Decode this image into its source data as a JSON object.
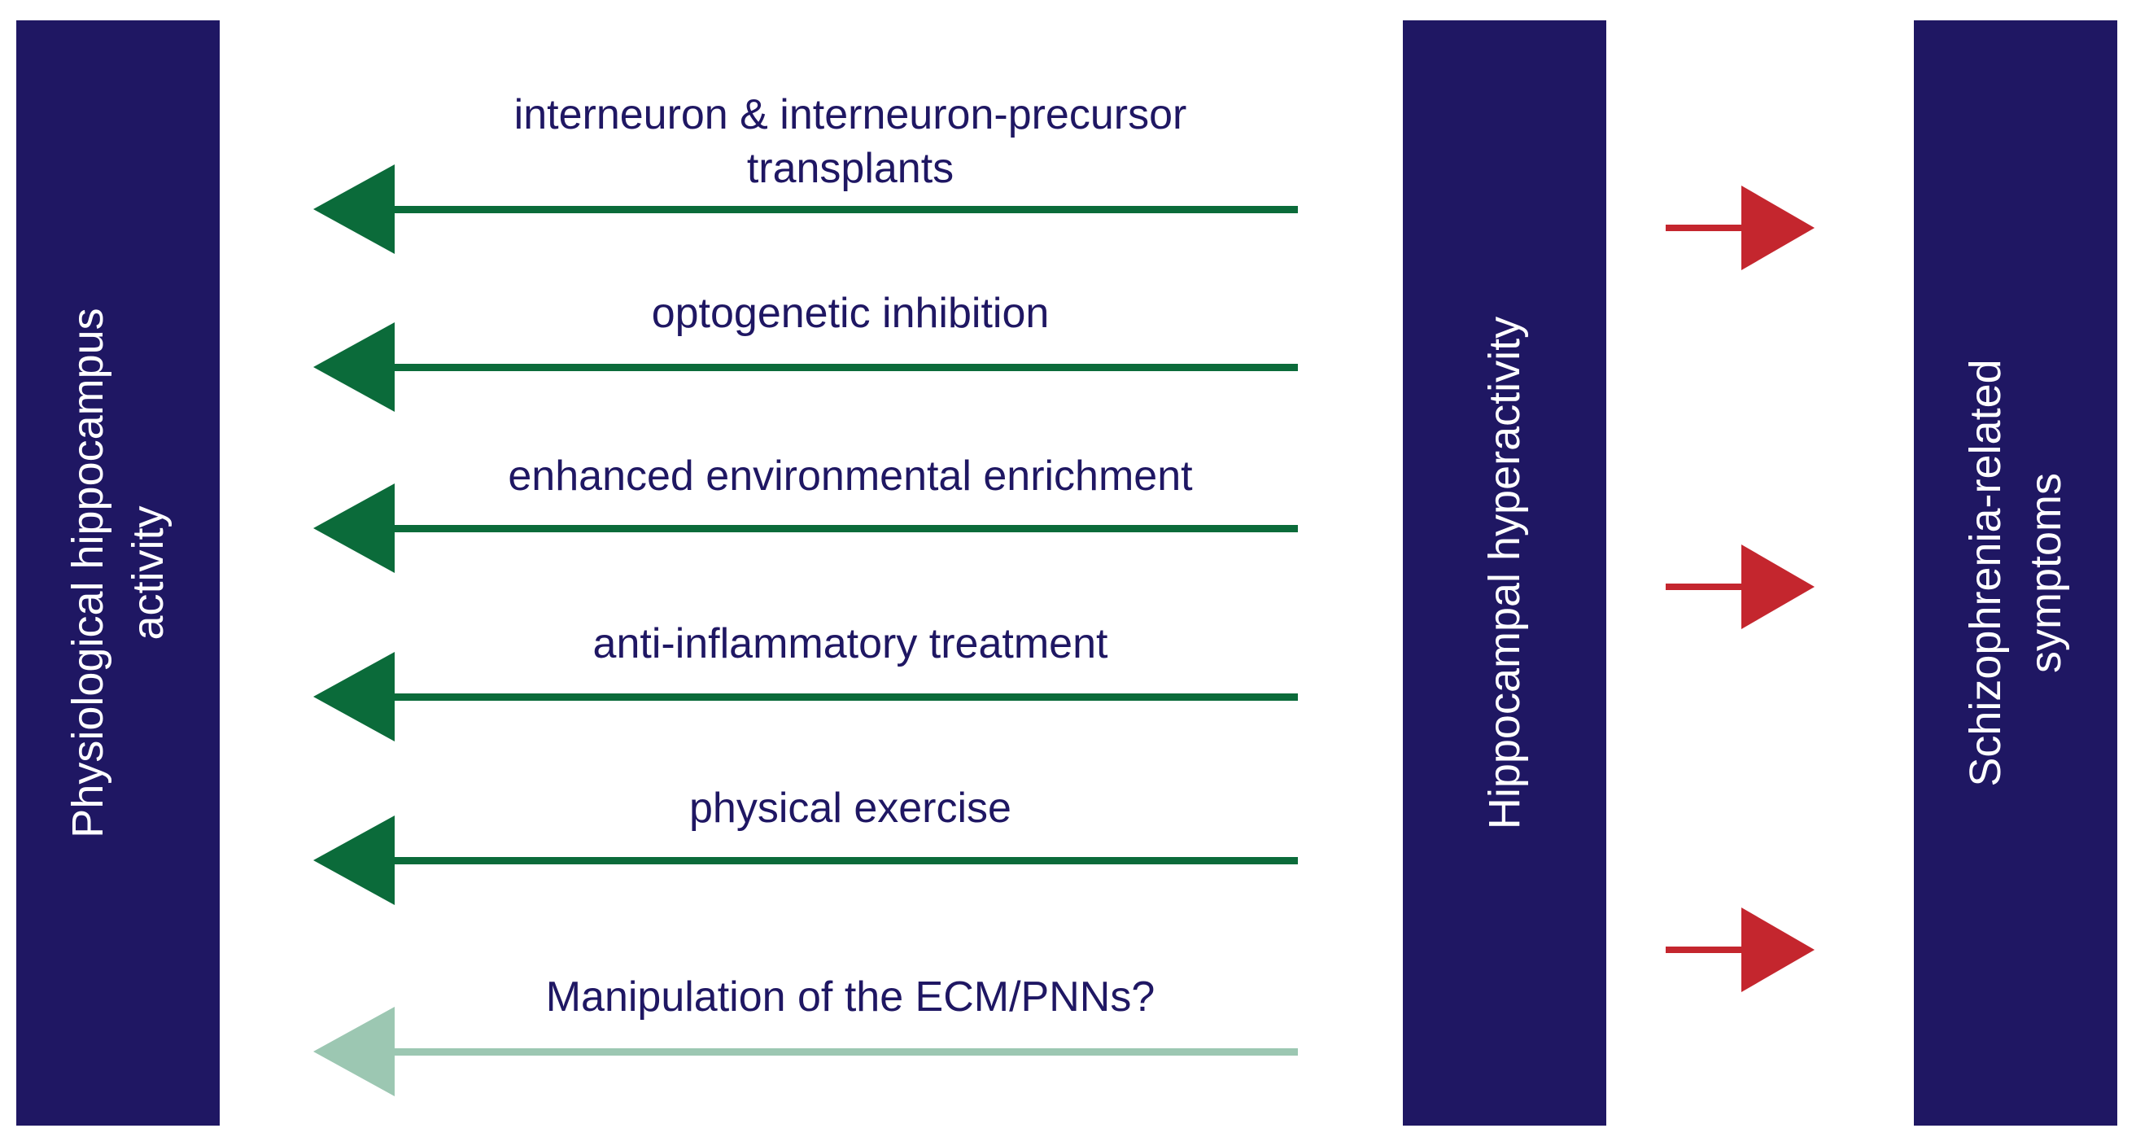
{
  "colors": {
    "box_fill": "#1f1763",
    "box_text": "#ffffff",
    "label_text": "#1f1763",
    "arrow_green": "#0b6b3a",
    "arrow_green_light": "#9cc7b2",
    "arrow_red": "#c4262e",
    "background": "#ffffff"
  },
  "boxes": {
    "left": {
      "line1": "Physiological hippocampus",
      "line2": "activity"
    },
    "middle": {
      "line1": "Hippocampal hyperactivity"
    },
    "right": {
      "line1": "Schizophrenia-related",
      "line2": "symptoms"
    }
  },
  "interventions": [
    {
      "line1": "interneuron & interneuron-precursor",
      "line2": "transplants",
      "arrow_color": "arrow_green"
    },
    {
      "line1": "optogenetic inhibition",
      "line2": "",
      "arrow_color": "arrow_green"
    },
    {
      "line1": "enhanced environmental enrichment",
      "line2": "",
      "arrow_color": "arrow_green"
    },
    {
      "line1": "anti-inflammatory treatment",
      "line2": "",
      "arrow_color": "arrow_green"
    },
    {
      "line1": "physical exercise",
      "line2": "",
      "arrow_color": "arrow_green"
    },
    {
      "line1": "Manipulation of the ECM/PNNs?",
      "line2": "",
      "arrow_color": "arrow_green_light"
    }
  ],
  "arrow_icons": {
    "green": "arrow-left-icon",
    "red": "arrow-right-icon"
  }
}
